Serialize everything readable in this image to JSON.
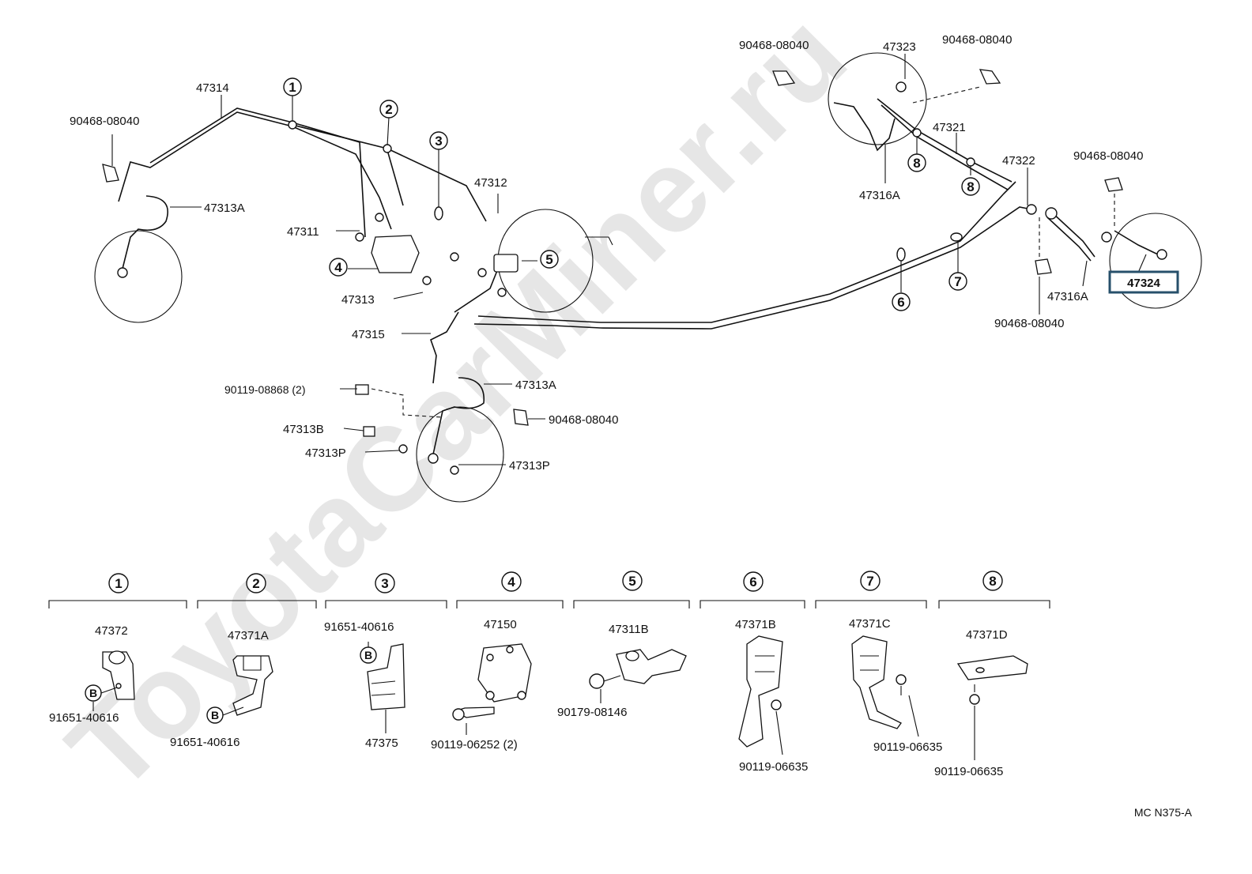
{
  "watermark": "ToyotaCarMiner.ru",
  "diagram_code": "MC N375-A",
  "highlighted_part": "47324",
  "callouts": {
    "c1": "1",
    "c2": "2",
    "c3": "3",
    "c4": "4",
    "c5": "5",
    "c6": "6",
    "c7": "7",
    "c8": "8",
    "b": "B"
  },
  "labels": {
    "p47314": "47314",
    "p90468_fl": "90468-08040",
    "p47313A_fl": "47313A",
    "p47311": "47311",
    "p47312": "47312",
    "p47313": "47313",
    "p47315": "47315",
    "p90119_08868": "90119-08868 (2)",
    "p47313A_r": "47313A",
    "p90468_mid": "90468-08040",
    "p47313B": "47313B",
    "p47313P_a": "47313P",
    "p47313P_b": "47313P",
    "p90468_top1": "90468-08040",
    "p47323": "47323",
    "p90468_top2": "90468-08040",
    "p47321": "47321",
    "p47316A_a": "47316A",
    "p47322": "47322",
    "p90468_r": "90468-08040",
    "p47316A_b": "47316A",
    "p47324": "47324",
    "p90468_rb": "90468-08040"
  },
  "details": {
    "d1_part": "47372",
    "d1_bolt": "91651-40616",
    "d2_part": "47371A",
    "d2_bolt": "91651-40616",
    "d3_bolt": "91651-40616",
    "d3_part": "47375",
    "d4_part": "47150",
    "d4_bolt": "90119-06252 (2)",
    "d5_part": "47311B",
    "d5_nut": "90179-08146",
    "d6_part": "47371B",
    "d6_bolt": "90119-06635",
    "d7_part": "47371C",
    "d7_bolt": "90119-06635",
    "d8_part": "47371D",
    "d8_bolt": "90119-06635"
  }
}
